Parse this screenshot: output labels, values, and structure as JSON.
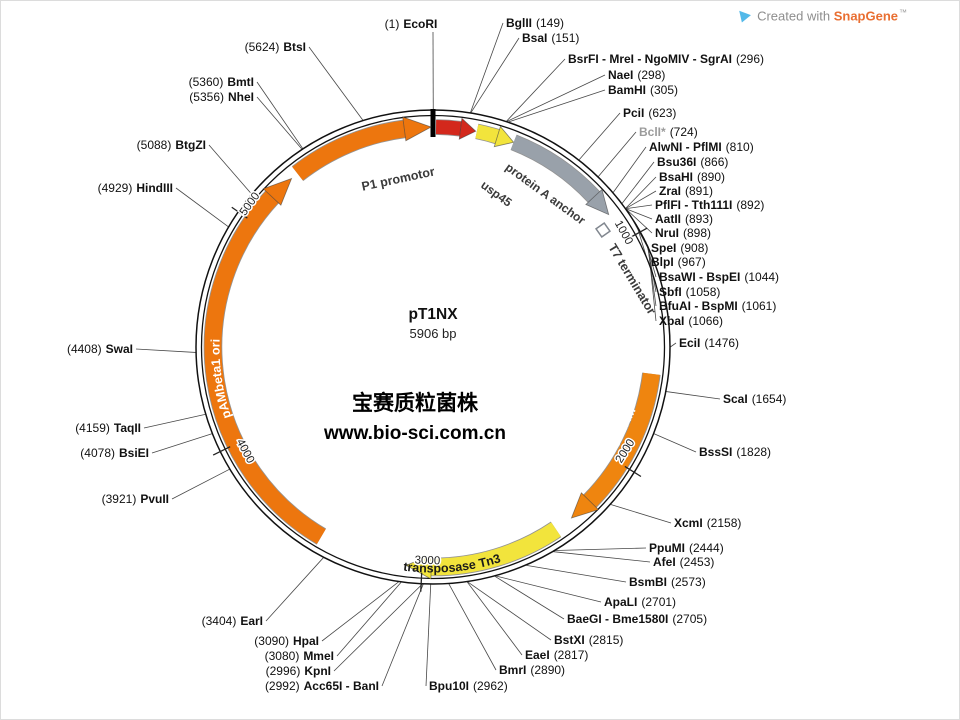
{
  "watermark": {
    "prefix": "Created with",
    "brand": "SnapGene",
    "tm": "™",
    "brand_color": "#e96f32",
    "icon_color": "#53b9e9"
  },
  "plasmid": {
    "name": "pT1NX",
    "size": "5906 bp",
    "length_bp": 5906,
    "note_line1": "宝赛质粒菌株",
    "note_line2": "www.bio-sci.com.cn"
  },
  "map": {
    "ring_color": "#111111",
    "leader_color": "#474747",
    "ticks": [
      {
        "label": "1000",
        "bp": 1000
      },
      {
        "label": "2000",
        "bp": 2000
      },
      {
        "label": "3000",
        "bp": 3000
      },
      {
        "label": "4000",
        "bp": 4000
      },
      {
        "label": "5000",
        "bp": 5000
      }
    ],
    "features": [
      {
        "name": "P1 promotor",
        "color": "#ed760e",
        "label_color": "#3a3a3a"
      },
      {
        "name": "",
        "color": "#d3281c"
      },
      {
        "name": "",
        "color": "#f2e43c"
      },
      {
        "name": "protein A anchor",
        "name2": "usp45",
        "color": "#99a1aa",
        "label_color": "#3a3a3a"
      },
      {
        "name": "T7 terminator",
        "color": "#aab0b8",
        "label_color": "#3a3a3a"
      },
      {
        "name": "ermAM",
        "color": "#ef850f",
        "label_color": "#ffffff"
      },
      {
        "name": "transposase Tn3",
        "color": "#f2e43c",
        "label_color": "#1a1a1a"
      },
      {
        "name": "pAMbeta1 ori",
        "color": "#ed760e",
        "label_color": "#ffffff"
      }
    ],
    "sites": [
      {
        "name": "EcoRI",
        "pos_label": "(1)",
        "bp": 1
      },
      {
        "name": "BglII",
        "pos_label": "(149)",
        "bp": 149
      },
      {
        "name": "BsaI",
        "pos_label": "(151)",
        "bp": 151
      },
      {
        "name": "BsrFI - MreI - NgoMIV - SgrAI",
        "pos_label": "(296)",
        "bp": 296
      },
      {
        "name": "NaeI",
        "pos_label": "(298)",
        "bp": 298
      },
      {
        "name": "BamHI",
        "pos_label": "(305)",
        "bp": 305
      },
      {
        "name": "PciI",
        "pos_label": "(623)",
        "bp": 623
      },
      {
        "name": "BclI*",
        "pos_label": "(724)",
        "bp": 724,
        "muted": true
      },
      {
        "name": "AlwNI - PflMI",
        "pos_label": "(810)",
        "bp": 810
      },
      {
        "name": "Bsu36I",
        "pos_label": "(866)",
        "bp": 866
      },
      {
        "name": "BsaHI",
        "pos_label": "(890)",
        "bp": 890
      },
      {
        "name": "ZraI",
        "pos_label": "(891)",
        "bp": 891
      },
      {
        "name": "PflFI - Tth111I",
        "pos_label": "(892)",
        "bp": 892
      },
      {
        "name": "AatII",
        "pos_label": "(893)",
        "bp": 893
      },
      {
        "name": "NruI",
        "pos_label": "(898)",
        "bp": 898
      },
      {
        "name": "SpeI",
        "pos_label": "(908)",
        "bp": 908
      },
      {
        "name": "BlpI",
        "pos_label": "(967)",
        "bp": 967
      },
      {
        "name": "BsaWI - BspEI",
        "pos_label": "(1044)",
        "bp": 1044
      },
      {
        "name": "SbfI",
        "pos_label": "(1058)",
        "bp": 1058
      },
      {
        "name": "BfuAI - BspMI",
        "pos_label": "(1061)",
        "bp": 1061
      },
      {
        "name": "XbaI",
        "pos_label": "(1066)",
        "bp": 1066
      },
      {
        "name": "EciI",
        "pos_label": "(1476)",
        "bp": 1476
      },
      {
        "name": "ScaI",
        "pos_label": "(1654)",
        "bp": 1654
      },
      {
        "name": "BssSI",
        "pos_label": "(1828)",
        "bp": 1828
      },
      {
        "name": "XcmI",
        "pos_label": "(2158)",
        "bp": 2158
      },
      {
        "name": "PpuMI",
        "pos_label": "(2444)",
        "bp": 2444
      },
      {
        "name": "AfeI",
        "pos_label": "(2453)",
        "bp": 2453
      },
      {
        "name": "BsmBI",
        "pos_label": "(2573)",
        "bp": 2573
      },
      {
        "name": "ApaLI",
        "pos_label": "(2701)",
        "bp": 2701
      },
      {
        "name": "BaeGI - Bme1580I",
        "pos_label": "(2705)",
        "bp": 2705
      },
      {
        "name": "BstXI",
        "pos_label": "(2815)",
        "bp": 2815
      },
      {
        "name": "EaeI",
        "pos_label": "(2817)",
        "bp": 2817
      },
      {
        "name": "BmrI",
        "pos_label": "(2890)",
        "bp": 2890
      },
      {
        "name": "Bpu10I",
        "pos_label": "(2962)",
        "bp": 2962
      },
      {
        "name": "Acc65I - BanI",
        "pos_label": "(2992)",
        "bp": 2992
      },
      {
        "name": "KpnI",
        "pos_label": "(2996)",
        "bp": 2996
      },
      {
        "name": "MmeI",
        "pos_label": "(3080)",
        "bp": 3080
      },
      {
        "name": "HpaI",
        "pos_label": "(3090)",
        "bp": 3090
      },
      {
        "name": "EarI",
        "pos_label": "(3404)",
        "bp": 3404
      },
      {
        "name": "PvuII",
        "pos_label": "(3921)",
        "bp": 3921
      },
      {
        "name": "BsiEI",
        "pos_label": "(4078)",
        "bp": 4078
      },
      {
        "name": "TaqII",
        "pos_label": "(4159)",
        "bp": 4159
      },
      {
        "name": "SwaI",
        "pos_label": "(4408)",
        "bp": 4408
      },
      {
        "name": "HindIII",
        "pos_label": "(4929)",
        "bp": 4929
      },
      {
        "name": "BtgZI",
        "pos_label": "(5088)",
        "bp": 5088
      },
      {
        "name": "NheI",
        "pos_label": "(5356)",
        "bp": 5356
      },
      {
        "name": "BmtI",
        "pos_label": "(5360)",
        "bp": 5360
      },
      {
        "name": "BtsI",
        "pos_label": "(5624)",
        "bp": 5624
      }
    ]
  }
}
